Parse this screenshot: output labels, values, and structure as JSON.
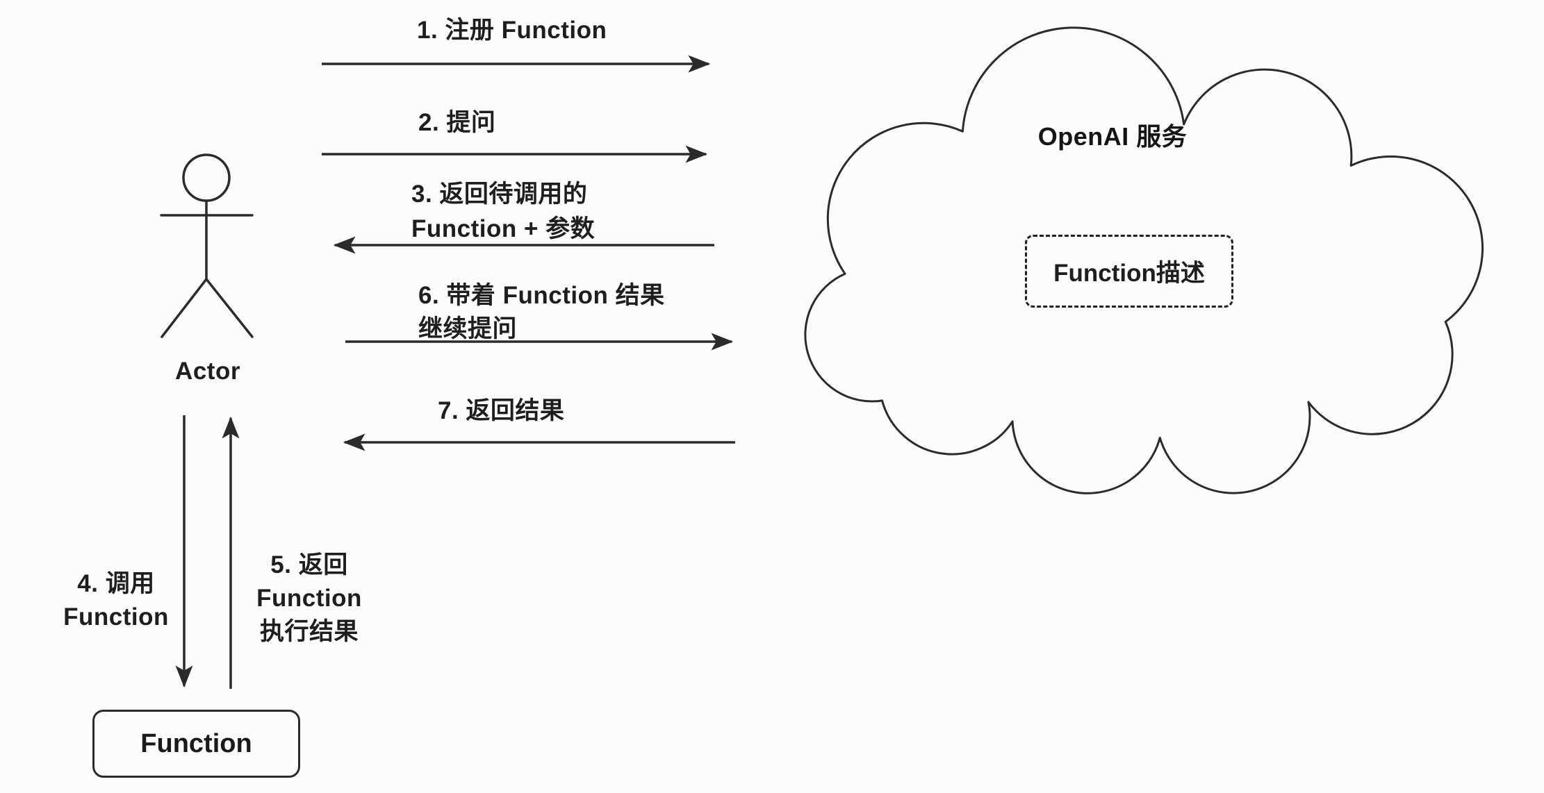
{
  "page": {
    "background": "#fcfcfc",
    "ink": "#2b2b2b"
  },
  "actor": {
    "label": "Actor"
  },
  "cloud": {
    "title": "OpenAI 服务",
    "function_desc_label": "Function描述"
  },
  "function_node": {
    "label": "Function"
  },
  "steps": [
    {
      "num": "1",
      "label": "1. 注册 Function",
      "direction": "right"
    },
    {
      "num": "2",
      "label": "2. 提问",
      "direction": "right"
    },
    {
      "num": "3",
      "label": "3. 返回待调用的\nFunction + 参数",
      "direction": "left"
    },
    {
      "num": "4",
      "label": "4. 调用\nFunction",
      "direction": "down"
    },
    {
      "num": "5",
      "label": "5. 返回\nFunction\n执行结果",
      "direction": "up"
    },
    {
      "num": "6",
      "label": "6. 带着 Function 结果\n继续提问",
      "direction": "right"
    },
    {
      "num": "7",
      "label": "7. 返回结果",
      "direction": "left"
    }
  ]
}
